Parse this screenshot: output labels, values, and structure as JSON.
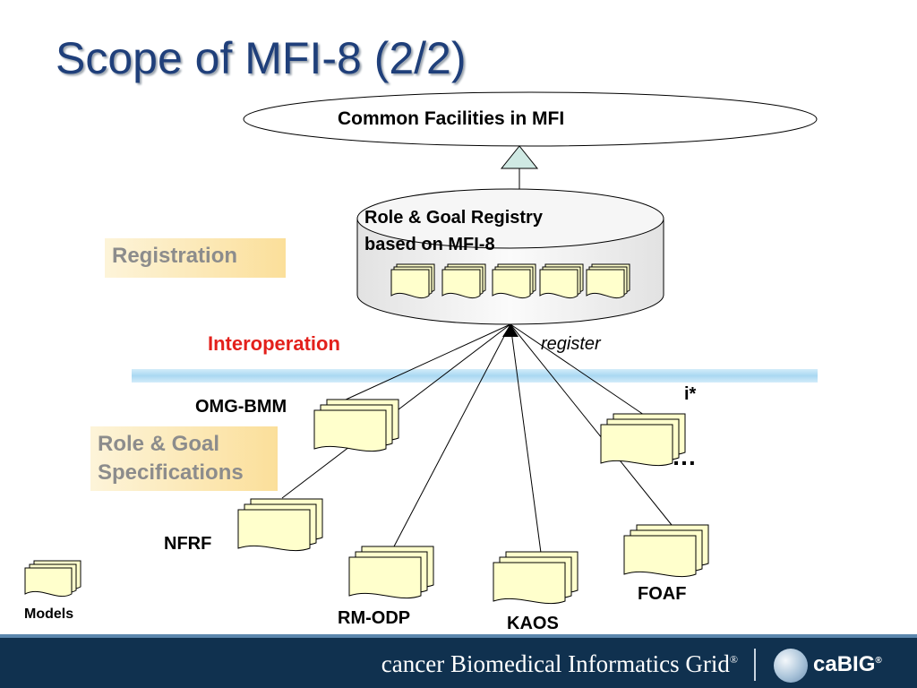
{
  "slide": {
    "title": "Scope of MFI-8 (2/2)",
    "common_facilities": "Common Facilities in MFI",
    "registry_line1": "Role & Goal Registry",
    "registry_line2": "based on MFI-8",
    "registration": "Registration",
    "interoperation": "Interoperation",
    "register": "register",
    "spec_line1": "Role & Goal",
    "spec_line2": "Specifications",
    "models": [
      "OMG-BMM",
      "NFRF",
      "RM-ODP",
      "KAOS",
      "FOAF",
      "i*"
    ],
    "ellipsis": "…",
    "legend_models": "Models"
  },
  "footer": {
    "text": "cancer Biomedical Informatics Grid",
    "reg_mark": "®",
    "logo": "caBIG",
    "logo_mark": "®"
  },
  "colors": {
    "title": "#1f3f7a",
    "document_fill": "#ffffcc",
    "interoperation": "#e3201b",
    "band": "#a9d8f2",
    "footer": "#10314f"
  }
}
